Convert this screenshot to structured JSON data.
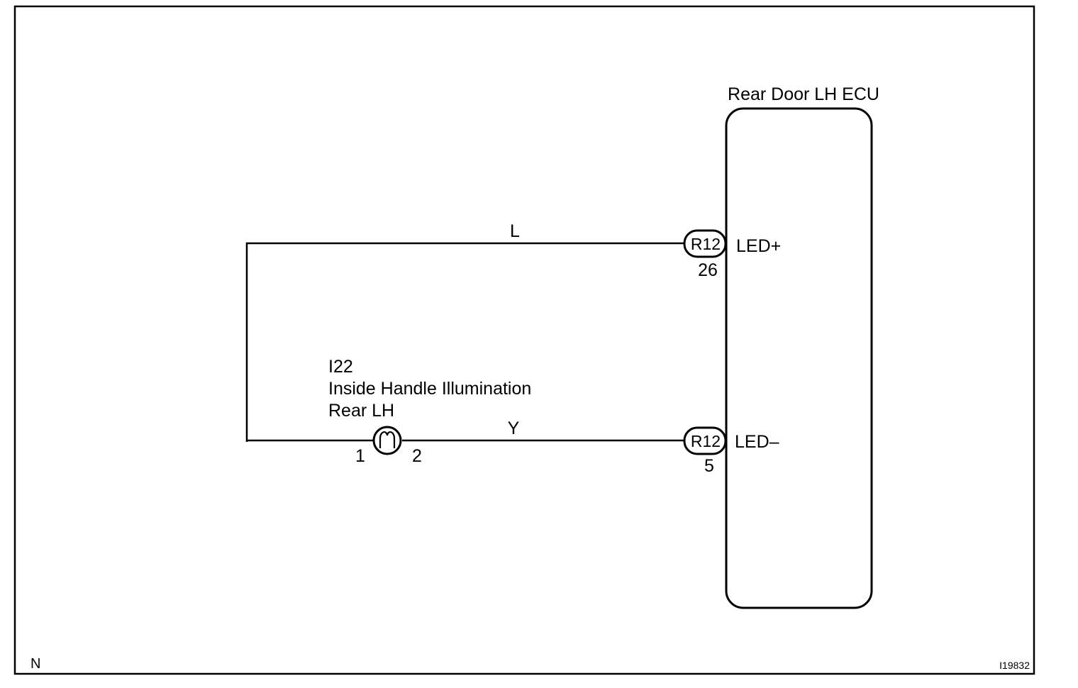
{
  "diagram": {
    "ecu": {
      "title": "Rear Door LH ECU",
      "pin_top_label": "LED+",
      "pin_bottom_label": "LED–"
    },
    "connector_top": {
      "id": "R12",
      "pin": "26"
    },
    "connector_bottom": {
      "id": "R12",
      "pin": "5"
    },
    "wire_top": {
      "color_code": "L"
    },
    "wire_bottom": {
      "color_code": "Y"
    },
    "bulb": {
      "code": "I22",
      "name_line1": "Inside Handle Illumination",
      "name_line2": "Rear LH",
      "pin_left": "1",
      "pin_right": "2"
    },
    "corner_left": "N",
    "corner_right": "I19832"
  },
  "colors": {
    "ink": "#000000",
    "paper": "#ffffff"
  }
}
